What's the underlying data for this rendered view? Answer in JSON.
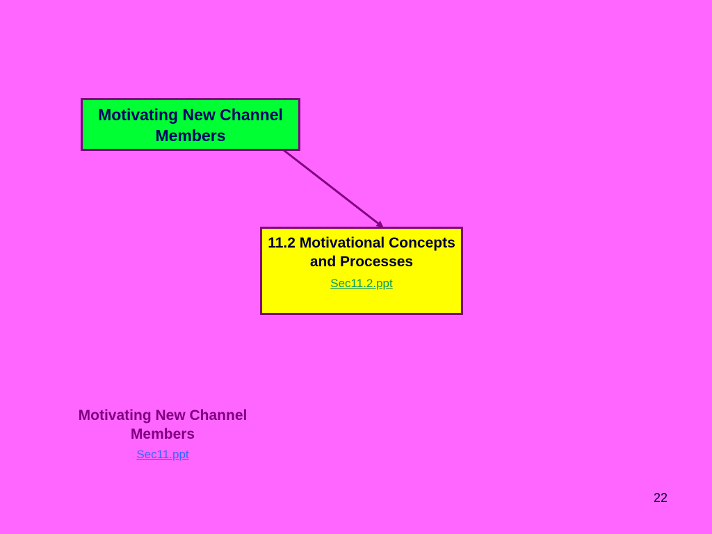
{
  "colors": {
    "background": "#FF66FF",
    "main_box_fill": "#00FF33",
    "sub_box_fill": "#FFFF00",
    "border": "#800080",
    "link_green": "#009966",
    "link_blue": "#3366FF"
  },
  "main_node": {
    "title": "Motivating New Channel Members"
  },
  "sub_node": {
    "title": "11.2 Motivational Concepts and Processes",
    "link": "Sec11.2.ppt"
  },
  "footer": {
    "title": "Motivating New Channel Members",
    "link": "Sec11.ppt"
  },
  "page_number": "22"
}
